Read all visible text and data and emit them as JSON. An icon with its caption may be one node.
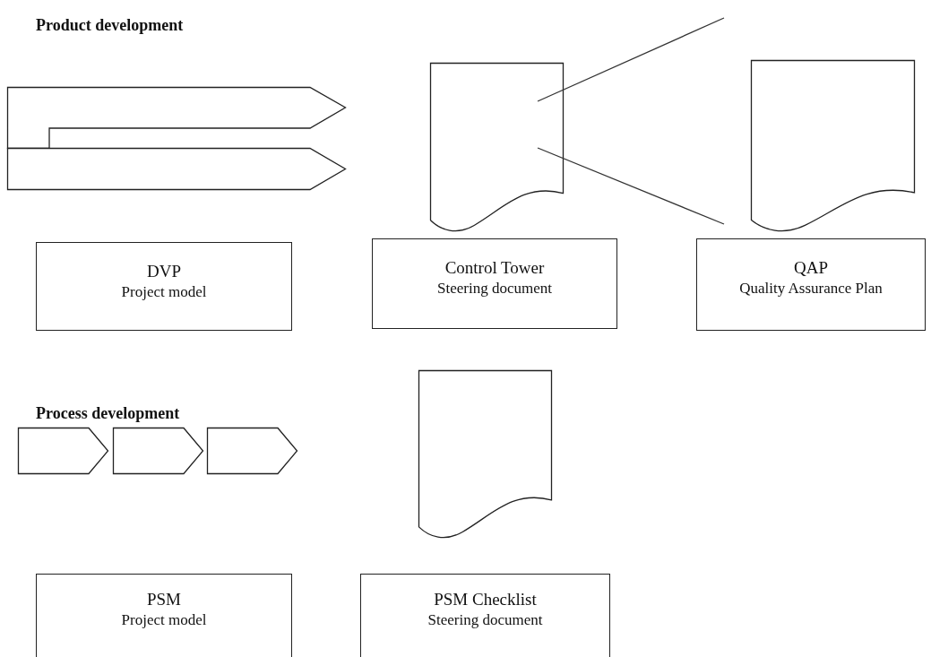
{
  "diagram": {
    "nodes": [
      {
        "text": [],
        "shape": "chevron"
      },
      {
        "text": [],
        "shape": "chevron"
      },
      {
        "text": [],
        "shape": "document"
      },
      {
        "text": [],
        "shape": "document"
      },
      {
        "text": [
          "DVP",
          "Project model"
        ]
      },
      {
        "text": [
          "Control Tower",
          "Steering document"
        ]
      },
      {
        "text": [
          "QAP",
          "Quality Assurance Plan"
        ]
      },
      {
        "text": [],
        "shape": "chevron"
      },
      {
        "text": [],
        "shape": "chevron"
      },
      {
        "text": [],
        "shape": "chevron"
      },
      {
        "text": [],
        "shape": "document"
      },
      {
        "text": [
          "PSM",
          "Project model"
        ]
      },
      {
        "text": [
          "PSM Checklist",
          "Steering document"
        ]
      }
    ],
    "edges": [],
    "labels": [
      "Product development",
      "Process development"
    ]
  }
}
